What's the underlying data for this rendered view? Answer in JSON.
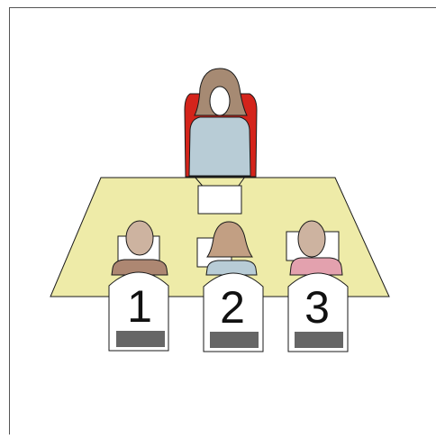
{
  "scene": {
    "colors": {
      "table": "#EEEBA8",
      "outline": "#1a1a1a",
      "teacher_chair": "#D4241B",
      "teacher_hair": "#A68A73",
      "teacher_body": "#B8CCD6",
      "paper": "#ffffff",
      "seat_card": "#ffffff",
      "seat_bar": "#666666",
      "student1_hair": "#CDB3A0",
      "student1_shirt": "#AD8772",
      "student2_hair": "#C29F83",
      "student2_shirt": "#B8CCD6",
      "student3_hair": "#CDB3A0",
      "student3_shirt": "#E3A1AE"
    },
    "seats": [
      {
        "number": "1"
      },
      {
        "number": "2"
      },
      {
        "number": "3"
      }
    ]
  }
}
